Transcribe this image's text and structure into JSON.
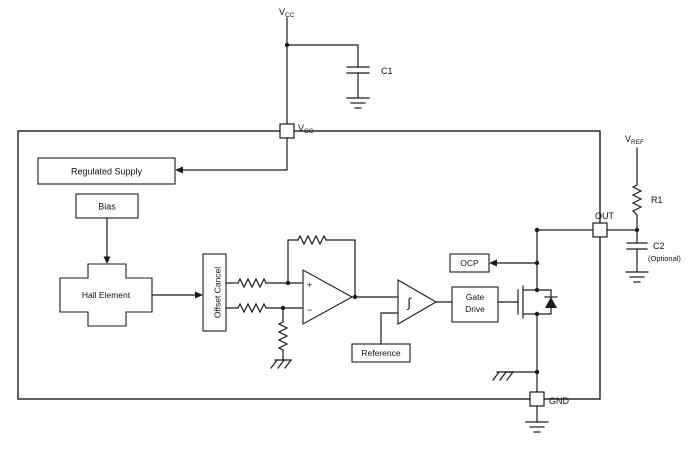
{
  "colors": {
    "line": "#1c1c1c",
    "background": "#ffffff"
  },
  "power": {
    "vcc_top": {
      "main": "V",
      "sub": "CC"
    },
    "c1": "C1"
  },
  "chip": {
    "vcc_pin": {
      "main": "V",
      "sub": "CC"
    },
    "regulated_supply": "Regulated Supply",
    "bias": "Bias",
    "hall_element": "Hall Element",
    "offset_cancel": "Offset Cancel",
    "opamp": {
      "plus": "+",
      "minus": "−"
    },
    "schmitt_symbol": "∫",
    "reference": "Reference",
    "ocp": "OCP",
    "gate_drive": {
      "line1": "Gate",
      "line2": "Drive"
    },
    "out_label": "OUT",
    "gnd_label": "GND"
  },
  "external": {
    "vref": {
      "main": "V",
      "sub": "REF"
    },
    "r1": "R1",
    "c2": "C2",
    "c2_note": "(Optional)"
  }
}
